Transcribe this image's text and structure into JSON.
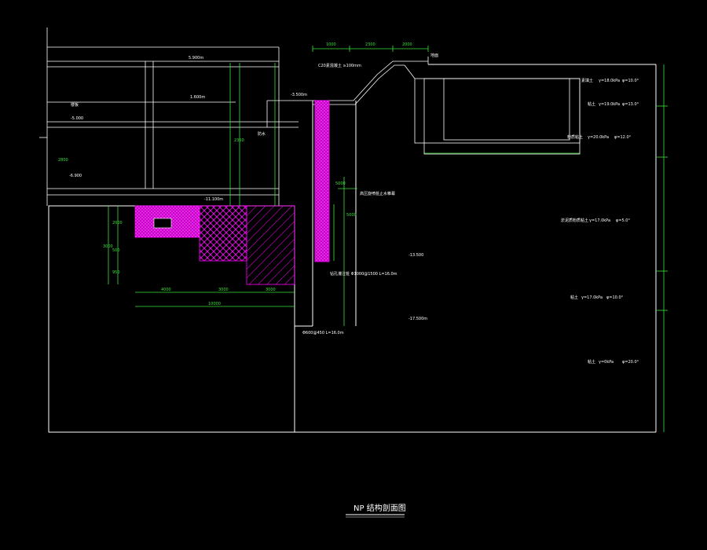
{
  "title": "NP 结构剖面图",
  "elevations": {
    "top": "5.900m",
    "mid": "1.600m",
    "lvl_minus_5": "-5.000",
    "lvl_minus_6_9": "-6.900",
    "lvl_minus_3_5": "-3.500m",
    "lvl_minus_11_1": "-11.100m",
    "lvl_minus_13_5": "-13.500",
    "lvl_minus_17_5": "-17.500m"
  },
  "annotations": {
    "waterproof": "防水",
    "floor": "楼板",
    "base_note": "C20素混凝土 ≥100mm",
    "top_note": "地面",
    "pile_note_1": "钻孔灌注桩 Φ1000@1500 L=16.0m",
    "pile_note_2": "Φ600@450 L=16.0m",
    "anchor_note": "高压旋喷桩止水帷幕"
  },
  "soil_layers": [
    {
      "name": "素填土",
      "gamma": "γ=18.0kPa",
      "phi": "φ=10.0°"
    },
    {
      "name": "粘土",
      "gamma": "γ=19.0kPa",
      "phi": "φ=13.0°"
    },
    {
      "name": "粉质粘土",
      "gamma": "γ=20.0kPa",
      "phi": "φ=12.0°"
    },
    {
      "name": "淤泥质粉质粘土",
      "gamma": "γ=17.0kPa",
      "phi": "φ=5.0°"
    },
    {
      "name": "粘土",
      "gamma": "γ=17.0kPa",
      "phi": "φ=10.0°"
    },
    {
      "name": "粘土",
      "gamma": "γ=0kPa",
      "phi": "φ=20.0°"
    }
  ],
  "dimensions": {
    "top_a": "1000",
    "top_b": "2300",
    "top_c": "2000",
    "side_a": "2800",
    "side_b": "2350",
    "base_left": "4000",
    "base_mid": "3000",
    "base_right": "3000",
    "base_total": "10000",
    "base_h1": "2000",
    "base_h2": "500",
    "base_h3": "950",
    "base_htot": "3000",
    "pile_len": "5000",
    "mid_h": "5000"
  },
  "colors": {
    "line": "#ffffff",
    "dimension": "#3de03d",
    "fill": "#ff00ff"
  }
}
